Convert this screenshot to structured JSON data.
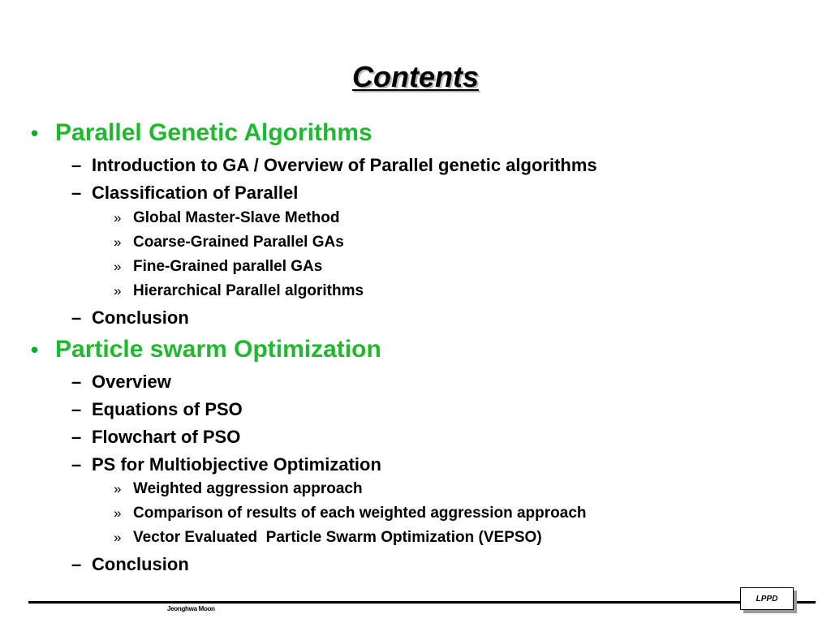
{
  "title": "Contents",
  "markers": {
    "level1": "•",
    "level2": "–",
    "level3": "»"
  },
  "outline": [
    {
      "level": 1,
      "text": "Parallel Genetic Algorithms"
    },
    {
      "level": 2,
      "text": "Introduction to GA / Overview of Parallel genetic algorithms"
    },
    {
      "level": 2,
      "text": "Classification of Parallel"
    },
    {
      "level": 3,
      "text": "Global Master-Slave Method"
    },
    {
      "level": 3,
      "text": "Coarse-Grained Parallel GAs"
    },
    {
      "level": 3,
      "text": "Fine-Grained parallel GAs"
    },
    {
      "level": 3,
      "text": "Hierarchical Parallel algorithms"
    },
    {
      "level": 2,
      "text": "Conclusion"
    },
    {
      "level": 1,
      "text": "Particle swarm Optimization"
    },
    {
      "level": 2,
      "text": "Overview"
    },
    {
      "level": 2,
      "text": "Equations of PSO"
    },
    {
      "level": 2,
      "text": "Flowchart of PSO"
    },
    {
      "level": 2,
      "text": "PS for Multiobjective Optimization"
    },
    {
      "level": 3,
      "text": "Weighted aggression approach"
    },
    {
      "level": 3,
      "text": "Comparison of results of each weighted aggression approach"
    },
    {
      "level": 3,
      "text": "Vector Evaluated  Particle Swarm Optimization (VEPSO)"
    },
    {
      "level": 2,
      "text": "Conclusion"
    }
  ],
  "footer": {
    "author": "Jeonghwa Moon",
    "logo": "LPPD"
  },
  "colors": {
    "heading_green": "#1fb82e",
    "text": "#000000",
    "background": "#ffffff"
  }
}
